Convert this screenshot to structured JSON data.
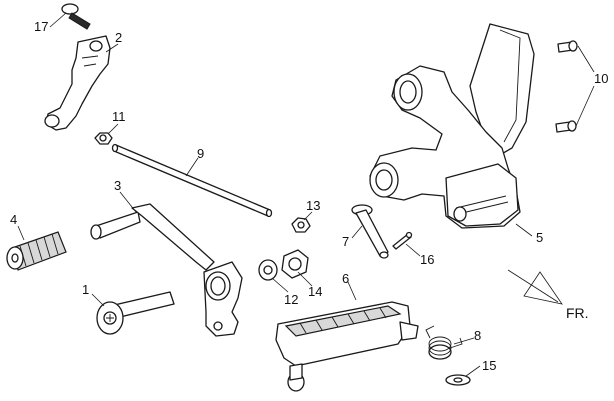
{
  "callouts": [
    {
      "id": "1",
      "label": "1"
    },
    {
      "id": "2",
      "label": "2"
    },
    {
      "id": "3",
      "label": "3"
    },
    {
      "id": "4",
      "label": "4"
    },
    {
      "id": "5",
      "label": "5"
    },
    {
      "id": "6",
      "label": "6"
    },
    {
      "id": "7",
      "label": "7"
    },
    {
      "id": "8",
      "label": "8"
    },
    {
      "id": "9",
      "label": "9"
    },
    {
      "id": "10",
      "label": "10"
    },
    {
      "id": "11",
      "label": "11"
    },
    {
      "id": "12",
      "label": "12"
    },
    {
      "id": "13",
      "label": "13"
    },
    {
      "id": "14",
      "label": "14"
    },
    {
      "id": "15",
      "label": "15"
    },
    {
      "id": "16",
      "label": "16"
    },
    {
      "id": "17",
      "label": "17"
    }
  ],
  "direction_indicator": {
    "label": "FR."
  }
}
